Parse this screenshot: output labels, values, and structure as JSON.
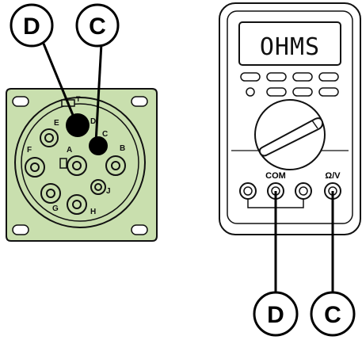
{
  "callouts": {
    "connector_left": "D",
    "connector_right": "C",
    "meter_left": "D",
    "meter_right": "C"
  },
  "connector": {
    "pins": [
      "A",
      "B",
      "C",
      "D",
      "E",
      "F",
      "G",
      "H",
      "J"
    ],
    "key_letter": "T"
  },
  "meter": {
    "display_text": "OHMS",
    "jack_com": "COM",
    "jack_ohm_v": "Ω/V"
  },
  "colors": {
    "connector_fill": "#c9dfae",
    "meter_fill": "#ffffff",
    "outline": "#111111"
  }
}
